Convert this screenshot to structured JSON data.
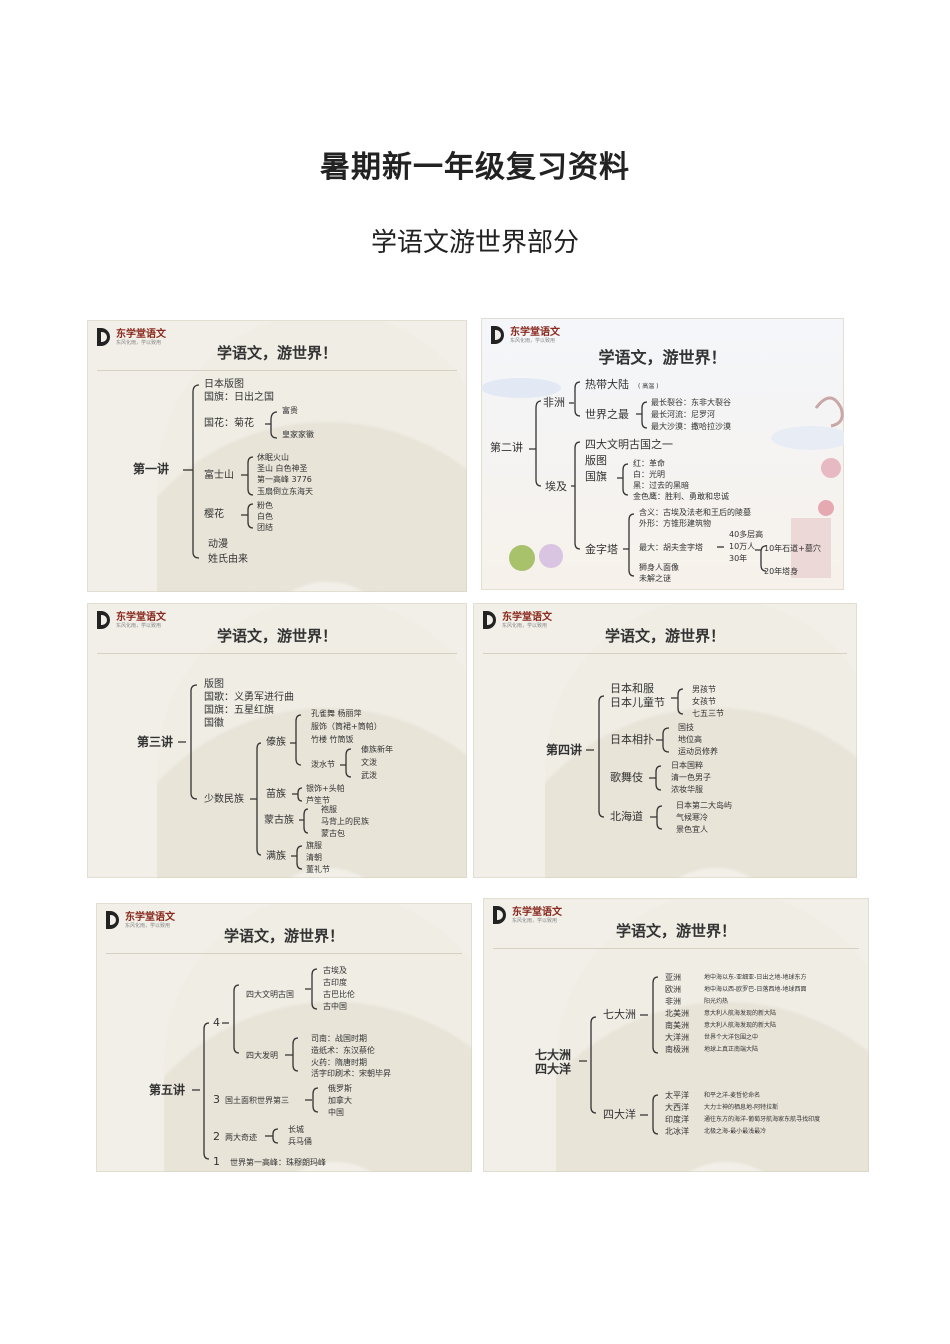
{
  "title": "暑期新一年级复习资料",
  "subtitle": "学语文游世界部分",
  "logo": {
    "name": "东学堂语文",
    "tagline": "东风化雨，学以致用"
  },
  "slide_title": "学语文，游世界！",
  "s1": {
    "root": "第一讲",
    "items": [
      "日本版图",
      "国旗：日出之国",
      "国花：菊花",
      "富士山",
      "樱花",
      "动漫",
      "姓氏由来"
    ],
    "juhua": [
      "富贵",
      "皇家家徽"
    ],
    "fuji": [
      "休眠火山",
      "圣山 白色神圣",
      "第一高峰 3776",
      "玉扇倒立东海天"
    ],
    "yinghua": [
      "粉色",
      "白色",
      "团结"
    ]
  },
  "s2": {
    "root": "第二讲",
    "feizhou": "非洲",
    "aiji": "埃及",
    "redai": "热带大陆",
    "redai_note": "( 高温 )",
    "shijie": "世界之最",
    "zui": [
      "最长裂谷：东非大裂谷",
      "最长河流：尼罗河",
      "最大沙漠：撒哈拉沙漠"
    ],
    "aiji_items": [
      "四大文明古国之一",
      "版图",
      "国旗",
      "金字塔"
    ],
    "guoqi": [
      "红：革命",
      "白：光明",
      "黑：过去的黑暗",
      "金色鹰：胜利、勇敢和忠诚"
    ],
    "jinzita": [
      "含义：古埃及法老和王后的陵墓",
      "外形：方锥形建筑物",
      "最大：胡夫金字塔",
      "狮身人面像",
      "未解之谜"
    ],
    "hufu": [
      "40多层高",
      "10万人",
      "30年"
    ],
    "hufu2": [
      "10年石道+墓穴",
      "20年塔身"
    ]
  },
  "s3": {
    "root": "第三讲",
    "items": [
      "版图",
      "国歌：义勇军进行曲",
      "国旗：五星红旗",
      "国徽"
    ],
    "minzu": "少数民族",
    "groups": [
      "傣族",
      "苗族",
      "蒙古族",
      "满族"
    ],
    "dai": [
      "孔雀舞 杨丽萍",
      "服饰（筒裙+筒帕）",
      "竹楼 竹筒饭"
    ],
    "poshuijie": "泼水节",
    "poshui": [
      "傣族新年",
      "文泼",
      "武泼"
    ],
    "miao": [
      "银饰+头帕",
      "芦笙节"
    ],
    "menggu": [
      "袍服",
      "马背上的民族",
      "蒙古包"
    ],
    "man": [
      "旗服",
      "清朝",
      "董礼节"
    ]
  },
  "s4": {
    "root": "第四讲",
    "branches": [
      "日本和服\n日本儿童节",
      "日本相扑",
      "歌舞伎",
      "北海道"
    ],
    "b1": [
      "男孩节",
      "女孩节",
      "七五三节"
    ],
    "b2": [
      "国技",
      "地位高",
      "运动员修养"
    ],
    "b3": [
      "日本国粹",
      "清一色男子",
      "浓妆华服"
    ],
    "b4": [
      "日本第二大岛屿",
      "气候寒冷",
      "景色宜人"
    ]
  },
  "s5": {
    "root": "第五讲",
    "n4": "4",
    "wenming": "四大文明古国",
    "wm": [
      "古埃及",
      "古印度",
      "古巴比伦",
      "古中国"
    ],
    "faming": "四大发明",
    "fm": [
      "司南：战国时期",
      "造纸术：东汉蔡伦",
      "火药：隋唐时期",
      "活字印刷术：宋朝毕昇"
    ],
    "n3": "3",
    "mianji": "国土面积世界第三",
    "mj": [
      "俄罗斯",
      "加拿大",
      "中国"
    ],
    "n2": "2",
    "qiji": "两大奇迹",
    "qj": [
      "长城",
      "兵马俑"
    ],
    "n1": "1",
    "gaofeng": "世界第一高峰：珠穆朗玛峰"
  },
  "s6": {
    "root": "七大洲\n四大洋",
    "zhou": "七大洲",
    "zhou_names": [
      "亚洲",
      "欧洲",
      "非洲",
      "北美洲",
      "南美洲",
      "大洋洲",
      "南极洲"
    ],
    "zhou_notes": [
      "地中海以东-亚细亚-日出之地-地球东方",
      "地中海以西-欧罗巴-日落西地-地球西面",
      "阳光灼热",
      "意大利人航海发现的新大陆",
      "意大利人航海发现的新大陆",
      "世界个大洋包围之中",
      "地球上真正南端大陆"
    ],
    "yang": "四大洋",
    "yang_names": [
      "太平洋",
      "大西洋",
      "印度洋",
      "北冰洋"
    ],
    "yang_notes": [
      "和平之洋-麦哲伦命名",
      "大力士神的栖息地-阿特拉斯",
      "通往东方的海洋-葡萄牙航海家东航寻找印度",
      "北极之海-最小最浅最冷"
    ]
  }
}
